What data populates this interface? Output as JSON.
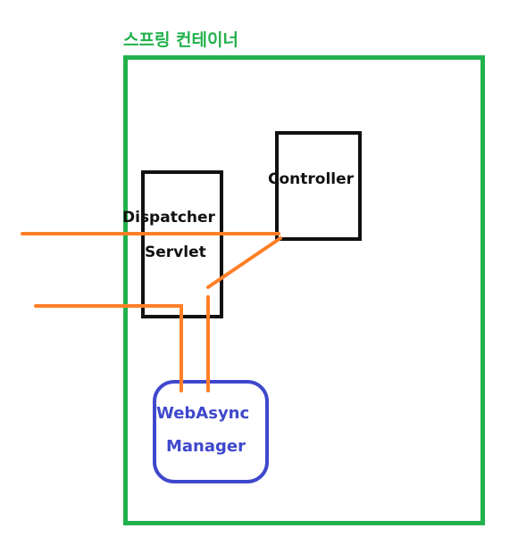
{
  "diagram": {
    "container": {
      "title": "스프링 컨테이너",
      "color": "#22b14c"
    },
    "dispatcher_servlet": {
      "line1": "Dispatcher",
      "line2": "Servlet",
      "color": "#111111"
    },
    "controller": {
      "label": "Controller",
      "color": "#111111"
    },
    "web_async_manager": {
      "line1": "WebAsync",
      "line2": "Manager",
      "color": "#3f48cc"
    },
    "flows": [
      {
        "from": "external",
        "to": "controller",
        "via": "dispatcher_servlet"
      },
      {
        "from": "external",
        "to": "web_async_manager",
        "via": "dispatcher_servlet"
      },
      {
        "from": "controller",
        "to": "web_async_manager",
        "via": "dispatcher_servlet"
      }
    ],
    "flow_color": "#ff7f27"
  }
}
